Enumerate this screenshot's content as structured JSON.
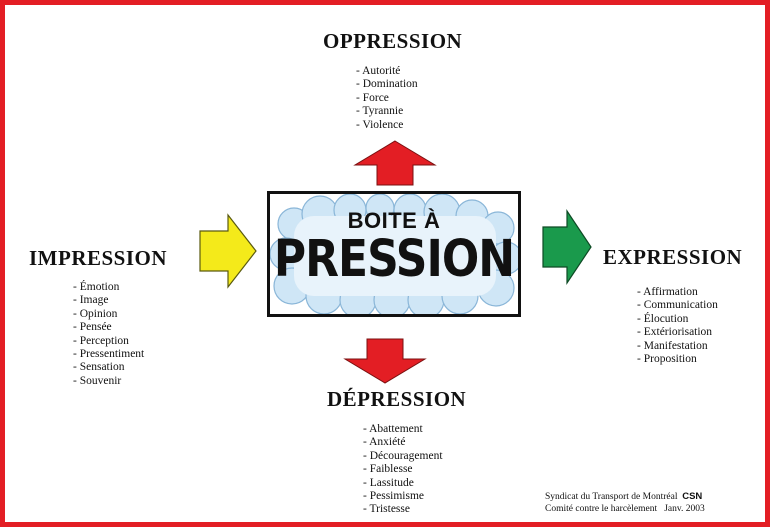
{
  "center": {
    "line1": "BOITE À",
    "line2": "PRESSION"
  },
  "oppression": {
    "title": "OPPRESSION",
    "items": [
      "Autorité",
      "Domination",
      "Force",
      "Tyrannie",
      "Violence"
    ],
    "arrow_color": "#e31e24"
  },
  "impression": {
    "title": "IMPRESSION",
    "items": [
      "Émotion",
      "Image",
      "Opinion",
      "Pensée",
      "Perception",
      "Pressentiment",
      "Sensation",
      "Souvenir"
    ],
    "arrow_color": "#f4ea1a"
  },
  "expression": {
    "title": "EXPRESSION",
    "items": [
      "Affirmation",
      "Communication",
      "Élocution",
      "Extériorisation",
      "Manifestation",
      "Proposition"
    ],
    "arrow_color": "#1a9a4c"
  },
  "depression": {
    "title": "DÉPRESSION",
    "items": [
      "Abattement",
      "Anxiété",
      "Découragement",
      "Faiblesse",
      "Lassitude",
      "Pessimisme",
      "Tristesse"
    ],
    "arrow_color": "#e31e24"
  },
  "footer": {
    "line1": "Syndicat du Transport de Montréal",
    "org": "CSN",
    "line2": "Comité contre le harcèlement",
    "date": "Janv. 2003"
  },
  "frame_color": "#e31e24"
}
